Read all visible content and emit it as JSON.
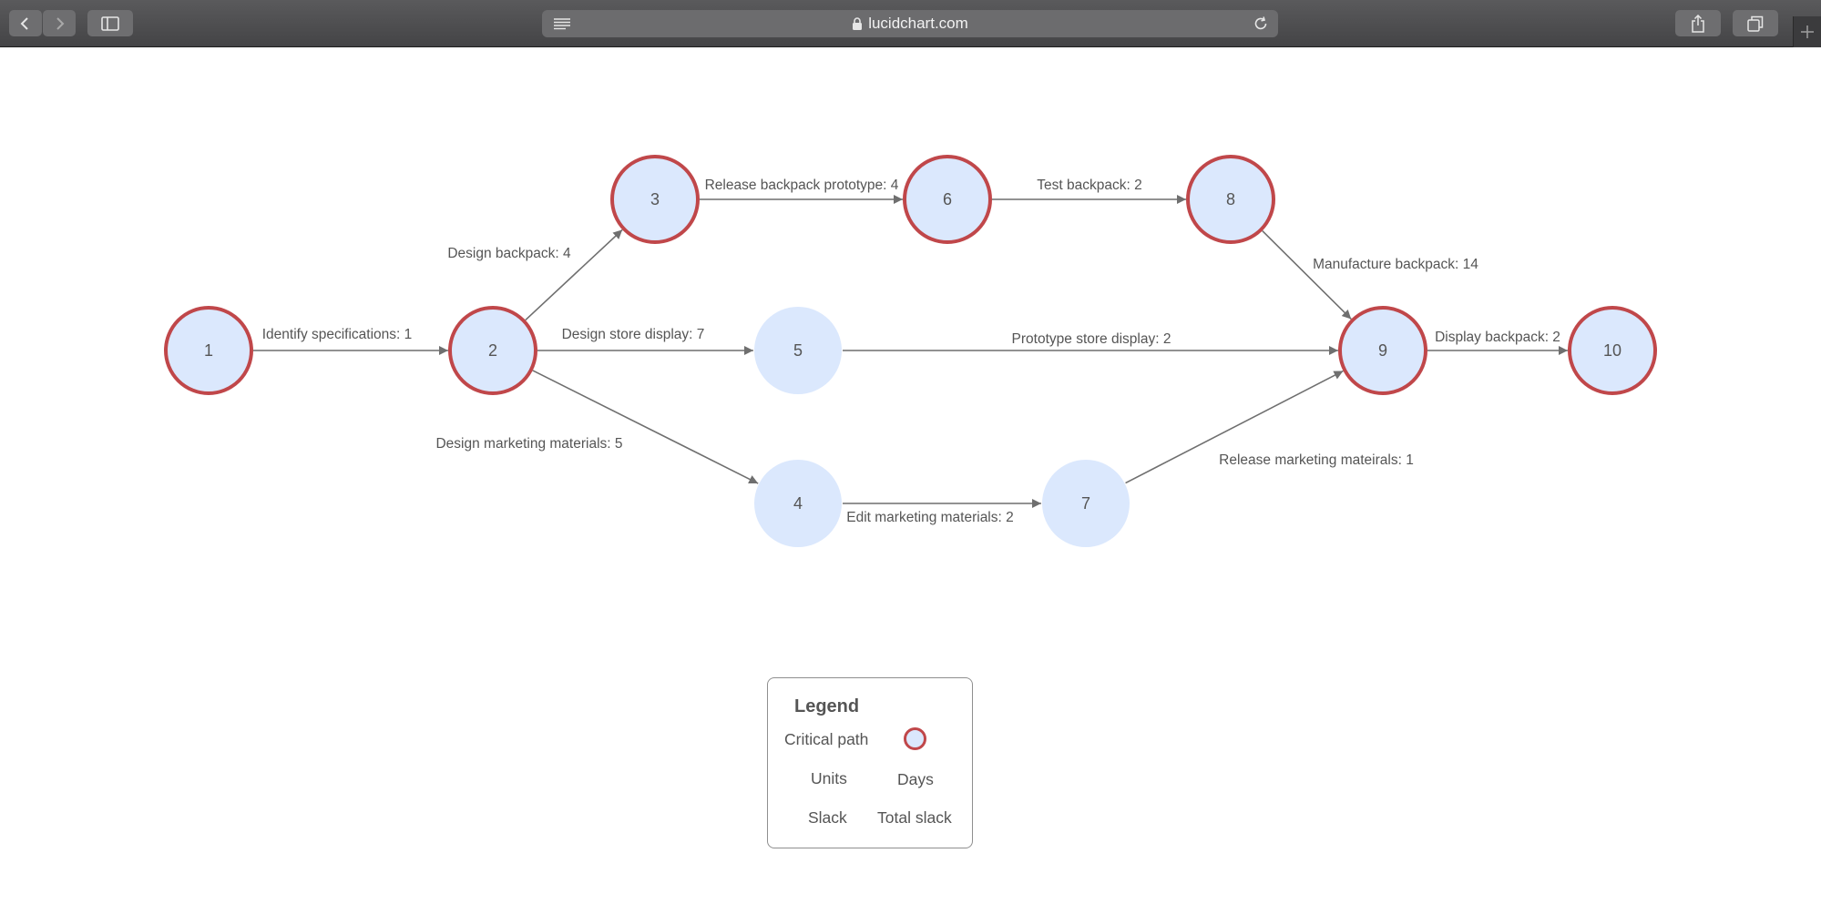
{
  "browser": {
    "url": "lucidchart.com"
  },
  "diagram": {
    "nodes": [
      {
        "id": "1",
        "label": "1",
        "critical": true
      },
      {
        "id": "2",
        "label": "2",
        "critical": true
      },
      {
        "id": "3",
        "label": "3",
        "critical": true
      },
      {
        "id": "4",
        "label": "4",
        "critical": false
      },
      {
        "id": "5",
        "label": "5",
        "critical": false
      },
      {
        "id": "6",
        "label": "6",
        "critical": true
      },
      {
        "id": "7",
        "label": "7",
        "critical": false
      },
      {
        "id": "8",
        "label": "8",
        "critical": true
      },
      {
        "id": "9",
        "label": "9",
        "critical": true
      },
      {
        "id": "10",
        "label": "10",
        "critical": true
      }
    ],
    "edges": [
      {
        "from": "1",
        "to": "2",
        "label": "Identify specifications: 1"
      },
      {
        "from": "2",
        "to": "3",
        "label": "Design backpack: 4"
      },
      {
        "from": "2",
        "to": "5",
        "label": "Design store display: 7"
      },
      {
        "from": "2",
        "to": "4",
        "label": "Design marketing materials: 5"
      },
      {
        "from": "3",
        "to": "6",
        "label": "Release backpack prototype: 4"
      },
      {
        "from": "6",
        "to": "8",
        "label": "Test backpack: 2"
      },
      {
        "from": "8",
        "to": "9",
        "label": "Manufacture backpack: 14"
      },
      {
        "from": "5",
        "to": "9",
        "label": "Prototype store display: 2"
      },
      {
        "from": "4",
        "to": "7",
        "label": "Edit marketing materials: 2"
      },
      {
        "from": "7",
        "to": "9",
        "label": "Release marketing mateirals: 1"
      },
      {
        "from": "9",
        "to": "10",
        "label": "Display backpack: 2"
      }
    ]
  },
  "legend": {
    "title": "Legend",
    "rows": [
      {
        "key": "Critical path",
        "value": ""
      },
      {
        "key": "Units",
        "value": "Days"
      },
      {
        "key": "Slack",
        "value": "Total slack"
      }
    ]
  },
  "colors": {
    "node_fill": "#dbe8fd",
    "critical_stroke": "#c0474a",
    "edge": "#6f6f6f",
    "text": "#555555"
  }
}
